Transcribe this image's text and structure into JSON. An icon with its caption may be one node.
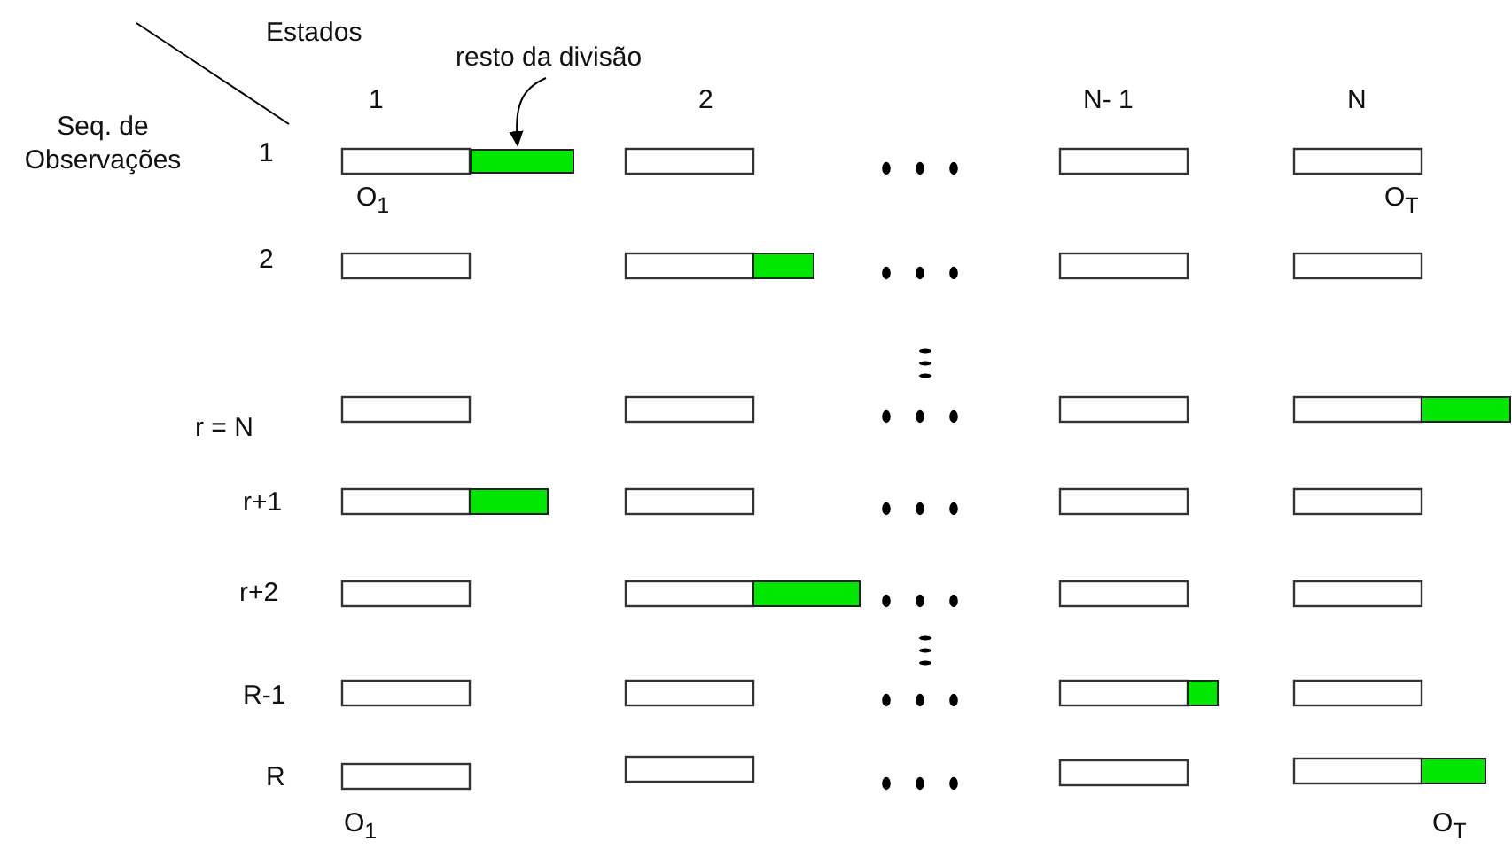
{
  "diagram": {
    "nodes": [
      {
        "text": [
          "resto da divisão"
        ]
      },
      {
        "text": [],
        "shape": "bar"
      }
    ],
    "edges": [
      {
        "from": 0,
        "to": 1,
        "arrow": "to"
      }
    ],
    "labels": [
      "Estados",
      "1",
      "2",
      "N- 1",
      "N",
      "Seq. de Observações",
      "1",
      "O$_{1}$",
      "O$_{T}$",
      "2",
      "r = N",
      "r+1",
      "r+2",
      "R-1",
      "R",
      "O$_{1}$",
      "O$_{T}$"
    ]
  }
}
